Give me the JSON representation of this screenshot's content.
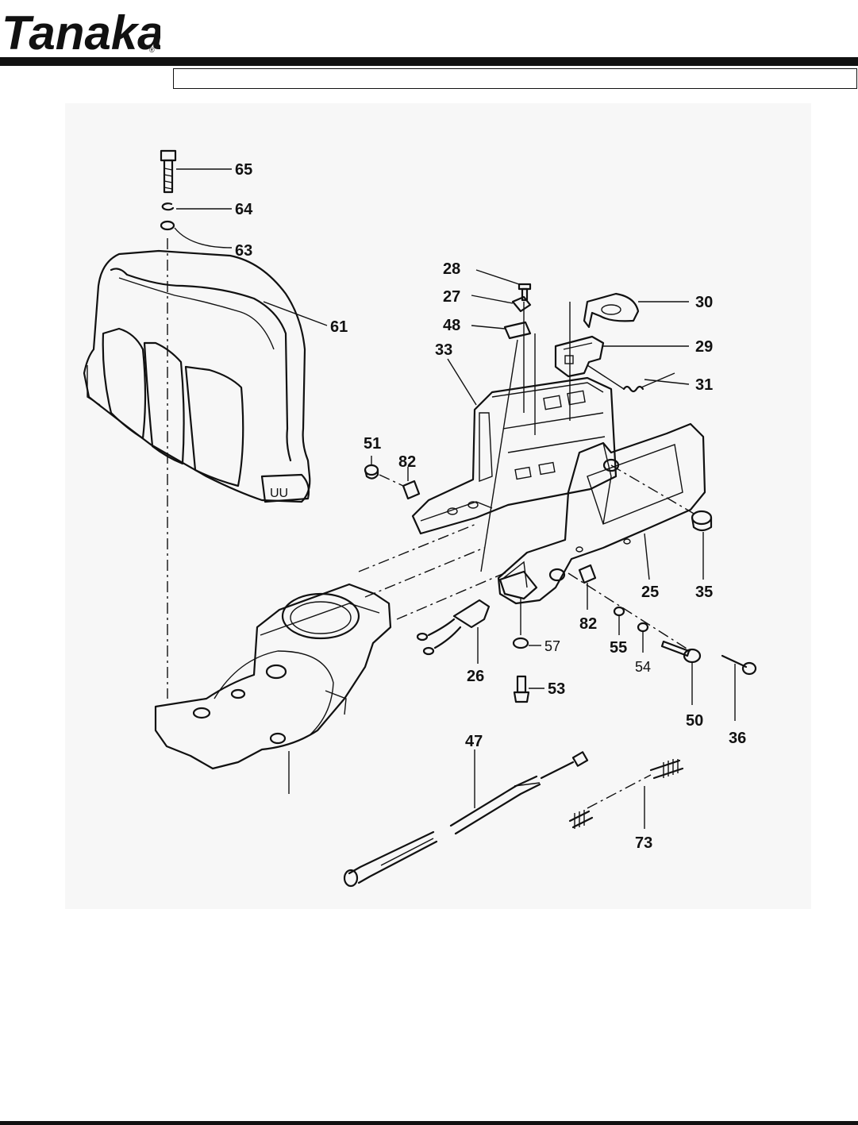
{
  "brand": {
    "name": "Tanaka",
    "mark": "®"
  },
  "header": {
    "title": ""
  },
  "callouts": {
    "c65": "65",
    "c64": "64",
    "c63": "63",
    "c61": "61",
    "c28": "28",
    "c27": "27",
    "c48": "48",
    "c33": "33",
    "c30": "30",
    "c29": "29",
    "c31": "31",
    "c51": "51",
    "c82a": "82",
    "c35": "35",
    "c25": "25",
    "c82b": "82",
    "c55": "55",
    "c54": "54",
    "c57": "57",
    "c26": "26",
    "c53": "53",
    "c50": "50",
    "c36": "36",
    "c47": "47",
    "c73": "73"
  }
}
